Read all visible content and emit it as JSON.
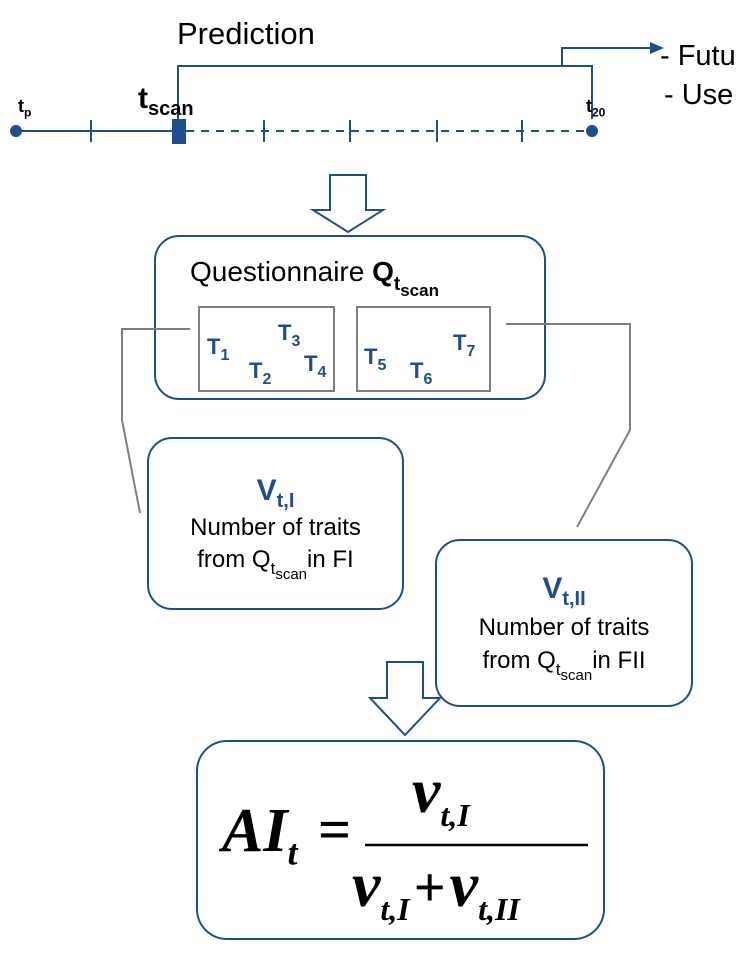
{
  "timeline": {
    "start_label": "t",
    "start_sub": "p",
    "scan_label": "t",
    "scan_sub": "scan",
    "end_label": "t",
    "end_sub": "20",
    "prediction_label": "Prediction",
    "outcome_1": "- Futu",
    "outcome_2": "- Use"
  },
  "questionnaire": {
    "title": "Questionnaire ",
    "symbol": "Q",
    "sub_t": "t",
    "sub_scan": "scan",
    "group_1": [
      {
        "symbol": "T",
        "index": "1"
      },
      {
        "symbol": "T",
        "index": "3"
      },
      {
        "symbol": "T",
        "index": "2"
      },
      {
        "symbol": "T",
        "index": "4"
      }
    ],
    "group_2": [
      {
        "symbol": "T",
        "index": "5"
      },
      {
        "symbol": "T",
        "index": "6"
      },
      {
        "symbol": "T",
        "index": "7"
      }
    ]
  },
  "factor_1": {
    "symbol": "V",
    "sub": "t,I",
    "line1": "Number of traits",
    "line2_pre": "from Q",
    "line2_sub_t": "t",
    "line2_sub_scan": "scan",
    "line2_post": "in FI"
  },
  "factor_2": {
    "symbol": "V",
    "sub": "t,II",
    "line1": "Number of traits",
    "line2_pre": "from Q",
    "line2_sub_t": "t",
    "line2_sub_scan": "scan",
    "line2_post": "in FII"
  },
  "formula": {
    "lhs": "AI",
    "lhs_sub": "t",
    "equals": "=",
    "num": "ν",
    "num_sub": "t,I",
    "den_1": "ν",
    "den_1_sub": "t,I",
    "plus": "+",
    "den_2": "ν",
    "den_2_sub": "t,II"
  },
  "colors": {
    "accent": "#1f4e8c",
    "connector": "#7f7f7f",
    "text": "#000000"
  }
}
